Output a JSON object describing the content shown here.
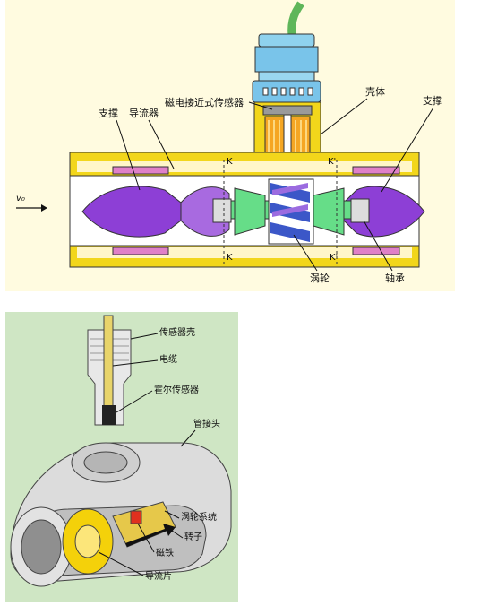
{
  "top_diagram": {
    "labels": {
      "support_left": "支撑",
      "guide": "导流器",
      "sensor": "磁电接近式传感器",
      "shell": "壳体",
      "support_right": "支撑",
      "turbine": "涡轮",
      "bearing": "轴承",
      "k1": "K",
      "k2": "K'",
      "k3": "K",
      "k4": "K'",
      "flow": "v₀"
    },
    "colors": {
      "body": "#f2d61b",
      "purple": "#8d3fd6",
      "green": "#66dd88",
      "pink": "#e080c8",
      "blue": "#79c4ea"
    }
  },
  "bottom_diagram": {
    "labels": {
      "sensor_shell": "传感器壳",
      "cable": "电缆",
      "hall_sensor": "霍尔传感器",
      "pipe_joint": "管接头",
      "turbine_system": "涡轮系统",
      "rotor": "转子",
      "magnet": "磁铁",
      "guide_vane": "导流片"
    },
    "colors": {
      "background": "#cfe6c4",
      "housing": "#dcdcdc",
      "yellow": "#f4d10a"
    }
  }
}
